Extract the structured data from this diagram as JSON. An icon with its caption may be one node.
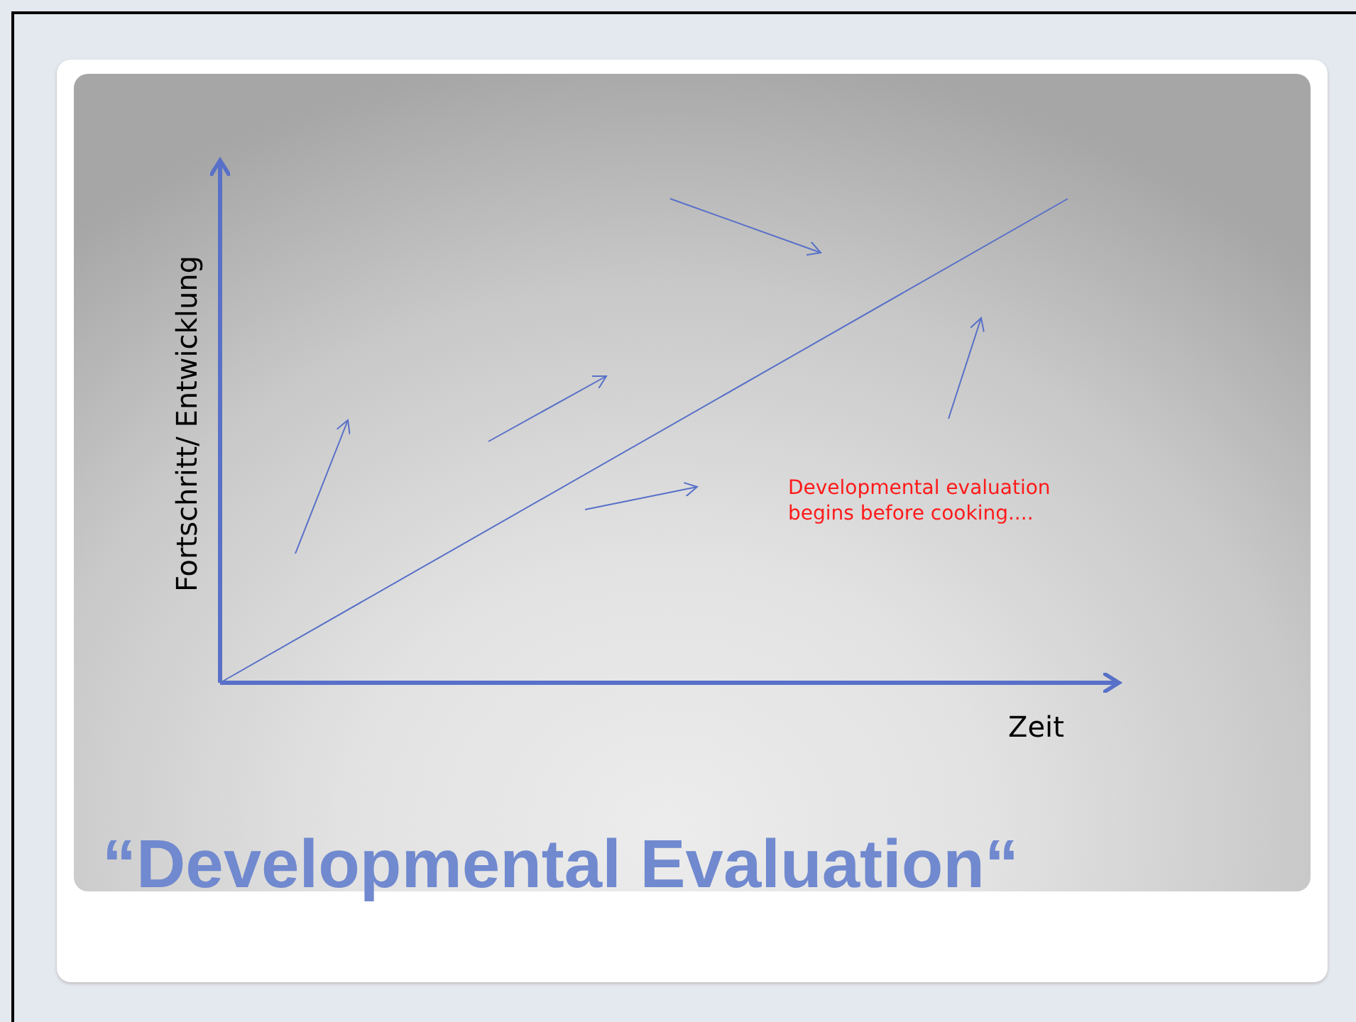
{
  "diagram": {
    "title": "“Developmental Evaluation“",
    "labels": [
      "Fortschritt/ Entwicklung",
      "Zeit",
      "Developmental evaluation begins before cooking...."
    ]
  }
}
